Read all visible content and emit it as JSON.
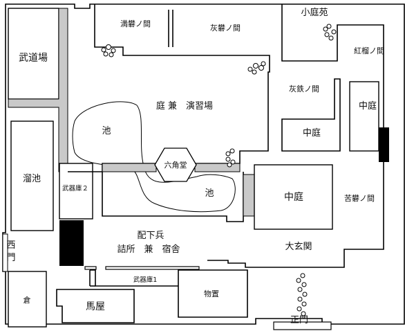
{
  "labels": {
    "shoteien": "小庭苑",
    "mangan_no_ma": "満礬ノ間",
    "haiban_no_ma": "灰礬ノ間",
    "bedou_no_ma": "紅榴ノ間",
    "butoku": "武道場",
    "teien_enshujo": "庭 兼　演習場",
    "haitetsu_no_ma": "灰鉄ノ間",
    "nakaniwa_right": "中庭",
    "nakaniwa_mid": "中庭",
    "ike_upper": "池",
    "ryuchi": "溜池",
    "rokkakudo": "六角堂",
    "bukiko2": "武器庫２",
    "ike_lower": "池",
    "nakaniwa_big": "中庭",
    "kuban_no_ma": "苦礬ノ間",
    "haika_hei": "配下兵",
    "tsumesho": "詰所　兼　宿舎",
    "nishimon_1": "西",
    "nishimon_2": "門",
    "daigenkan": "大玄関",
    "bukiko1": "武器庫1",
    "monooki": "物置",
    "kura": "倉",
    "umaya": "馬屋",
    "seimon": "正門"
  }
}
